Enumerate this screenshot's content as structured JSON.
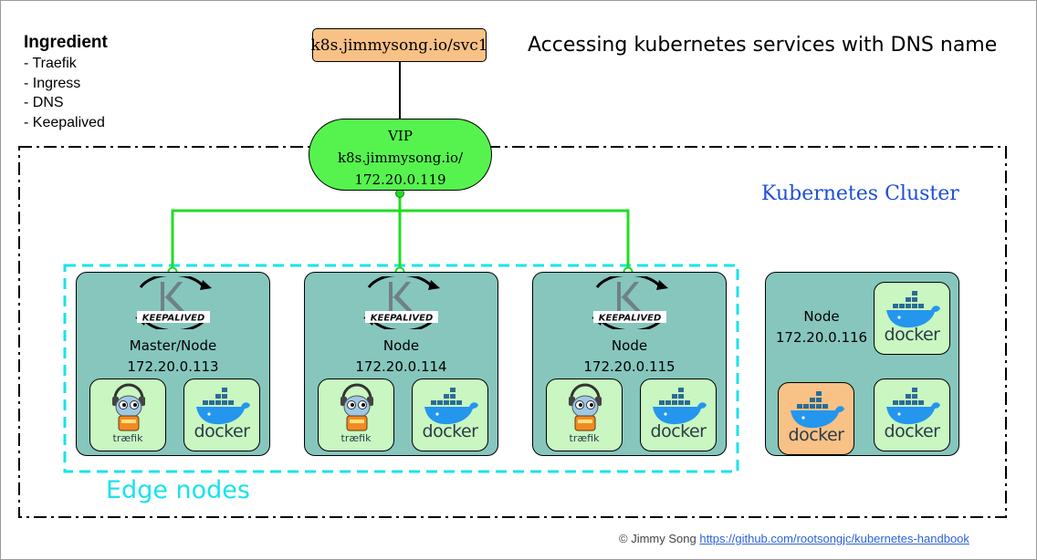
{
  "ingredient": {
    "title": "Ingredient",
    "items": [
      "- Traefik",
      "- Ingress",
      "- DNS",
      "- Keepalived"
    ]
  },
  "headline": "Accessing kubernetes services with DNS name",
  "service_url": "k8s.jimmysong.io/svc1",
  "vip": {
    "line1": "VIP",
    "line2": "k8s.jimmysong.io/",
    "line3": "172.20.0.119"
  },
  "cluster_label": "Kubernetes Cluster",
  "edge_label": "Edge nodes",
  "edge_nodes": [
    {
      "name": "Master/Node",
      "ip": "172.20.0.113",
      "keepalived": "KEEPALIVED",
      "traefik": "træfik",
      "docker": "docker"
    },
    {
      "name": "Node",
      "ip": "172.20.0.114",
      "keepalived": "KEEPALIVED",
      "traefik": "træfik",
      "docker": "docker"
    },
    {
      "name": "Node",
      "ip": "172.20.0.115",
      "keepalived": "KEEPALIVED",
      "traefik": "træfik",
      "docker": "docker"
    }
  ],
  "worker_node": {
    "name": "Node",
    "ip": "172.20.0.116",
    "docker": [
      "docker",
      "docker",
      "docker"
    ]
  },
  "footer": {
    "copyright": "© Jimmy Song",
    "link": "https://github.com/rootsongjc/kubernetes-handbook"
  },
  "colors": {
    "vip_green": "#56f34f",
    "link_green": "#22dd22",
    "url_box": "#f8c186",
    "node_teal": "#86c6bd",
    "tile_green": "#c9f6c1",
    "edge_cyan": "#19e3ea",
    "cluster_label_blue": "#1f4fd6",
    "docker_blue": "#2496ed"
  }
}
